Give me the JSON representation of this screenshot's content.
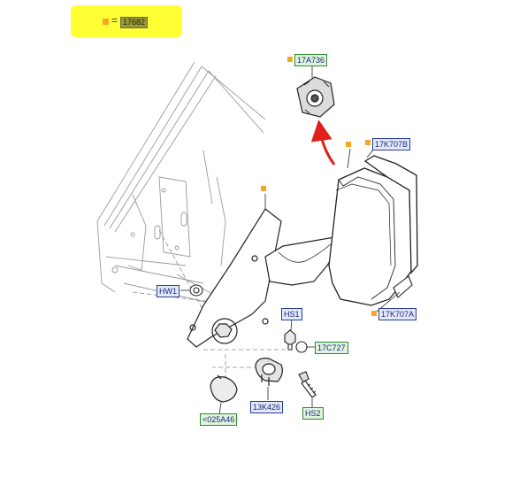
{
  "legend": {
    "equals": "=",
    "code": "17682"
  },
  "callouts": {
    "hw1": "HW1",
    "p17a736": "17A736",
    "p17k707b": "17K707B",
    "p17k707a": "17K707A",
    "hs1": "HS1",
    "p17c727": "17C727",
    "p13k426": "13K426",
    "p025a46": "<025A46",
    "hs2": "HS2"
  },
  "colors": {
    "highlight": "#ffff33",
    "marker": "#f5a623",
    "arrow": "#e0201a"
  }
}
